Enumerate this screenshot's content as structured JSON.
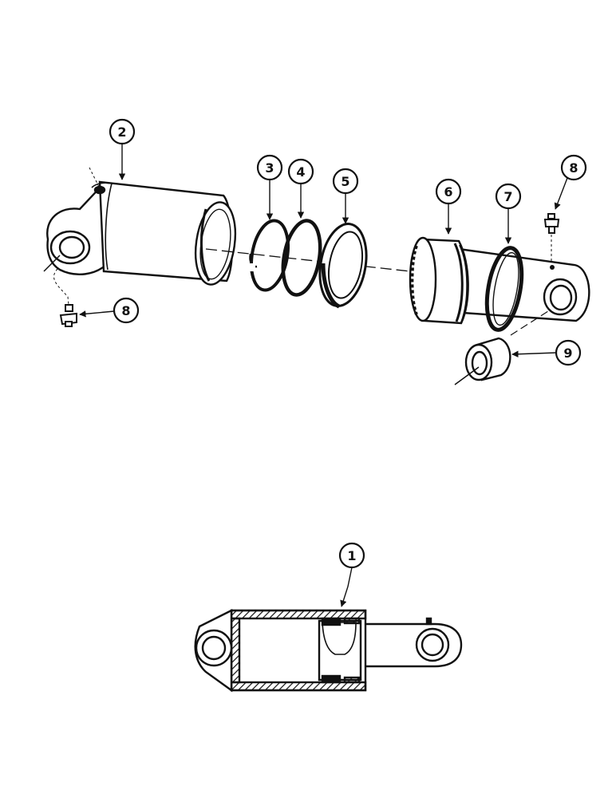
{
  "callouts": {
    "c1": "1",
    "c2": "2",
    "c3": "3",
    "c4": "4",
    "c5": "5",
    "c6": "6",
    "c7": "7",
    "c8a": "8",
    "c8b": "8",
    "c9": "9"
  },
  "colors": {
    "ink": "#111111",
    "paper": "#ffffff",
    "hatch": "#111111"
  }
}
